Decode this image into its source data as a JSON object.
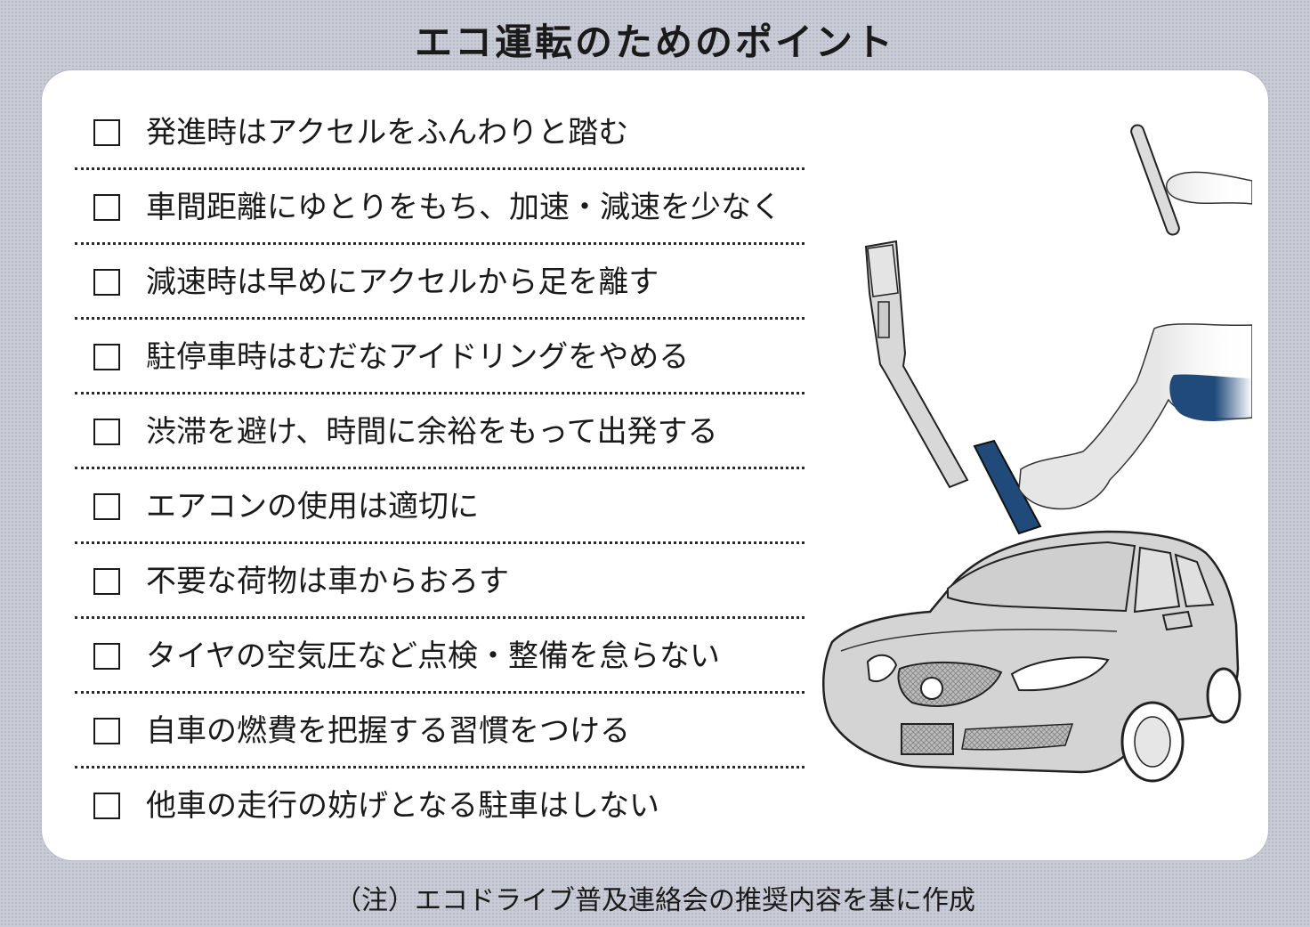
{
  "title": "エコ運転のためのポイント",
  "checklist": [
    {
      "label": "発進時はアクセルをふんわりと踏む",
      "checked": false
    },
    {
      "label": "車間距離にゆとりをもち、加速・減速を少なく",
      "checked": false
    },
    {
      "label": "減速時は早めにアクセルから足を離す",
      "checked": false
    },
    {
      "label": "駐停車時はむだなアイドリングをやめる",
      "checked": false
    },
    {
      "label": "渋滞を避け、時間に余裕をもって出発する",
      "checked": false
    },
    {
      "label": "エアコンの使用は適切に",
      "checked": false
    },
    {
      "label": "不要な荷物は車からおろす",
      "checked": false
    },
    {
      "label": "タイヤの空気圧など点検・整備を怠らない",
      "checked": false
    },
    {
      "label": "自車の燃費を把握する習慣をつける",
      "checked": false
    },
    {
      "label": "他車の走行の妨げとなる駐車はしない",
      "checked": false
    }
  ],
  "note": "（注）エコドライブ普及連絡会の推奨内容を基に作成",
  "colors": {
    "background": "#c9ccd6",
    "card": "#ffffff",
    "accent_blue": "#1f4a7a",
    "ink": "#1a1a1a"
  },
  "illustrations": [
    "pedal-foot-illustration",
    "car-illustration"
  ]
}
